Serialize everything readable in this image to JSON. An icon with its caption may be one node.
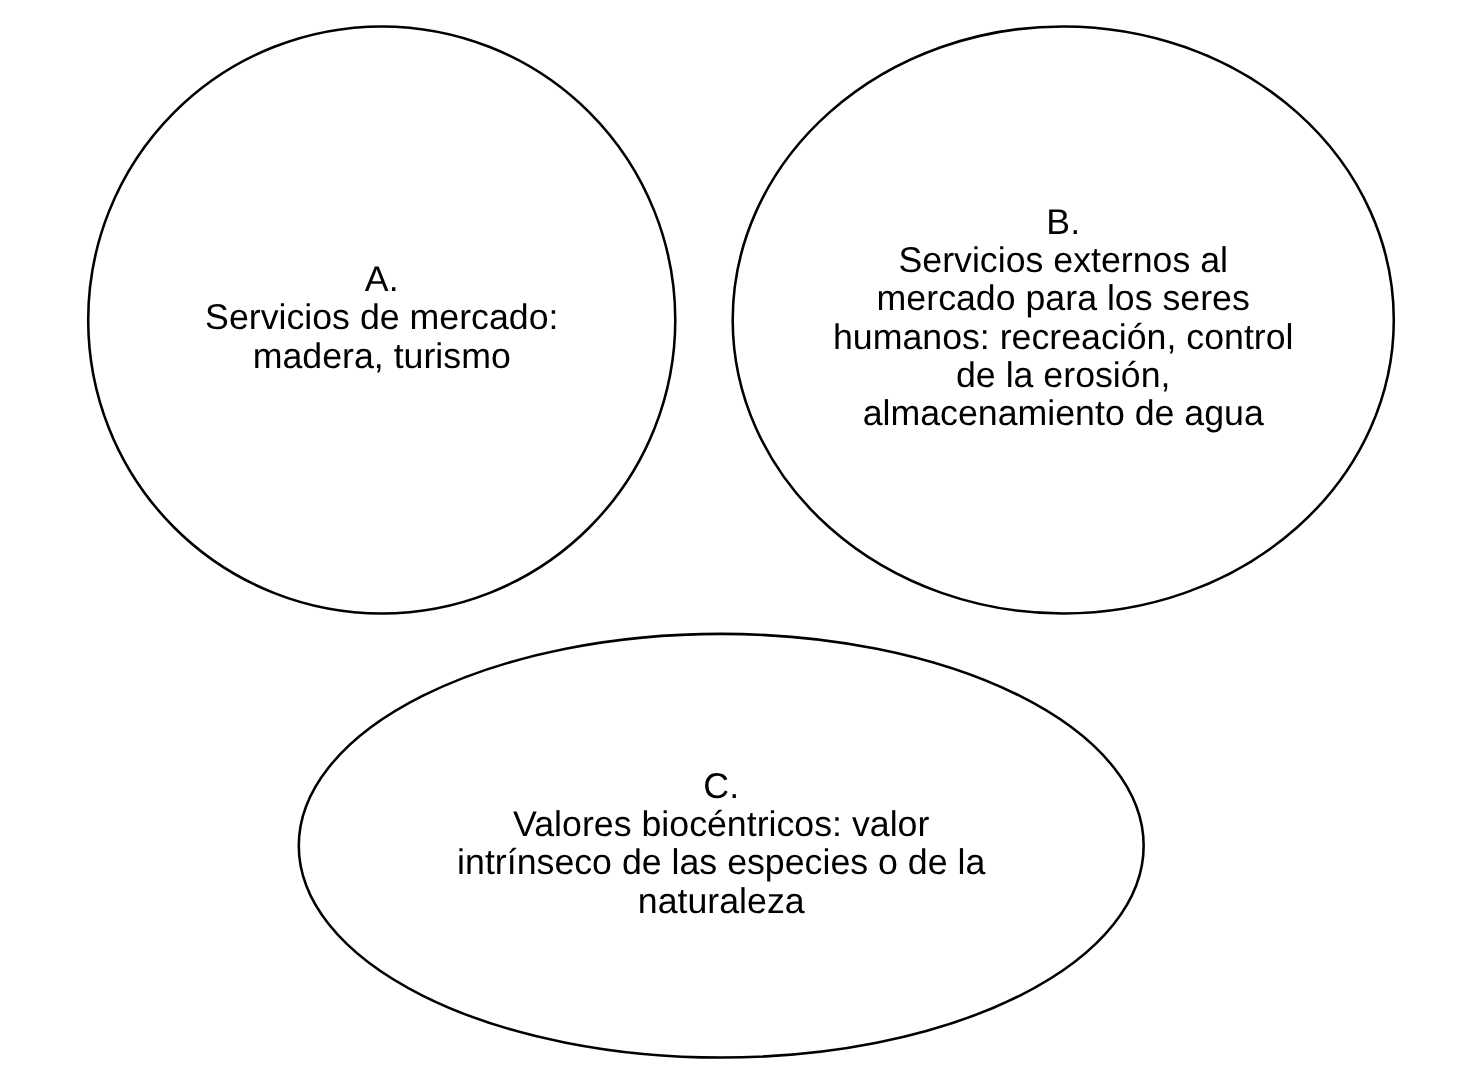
{
  "diagram": {
    "nodes": [
      {
        "text": [
          "A.",
          "Servicios de mercado: madera, turismo"
        ]
      },
      {
        "text": [
          "B.",
          "Servicios externos al mercado para los seres humanos: recreación, control de la erosión, almacenamiento de agua"
        ]
      },
      {
        "text": [
          "C.",
          "Valores biocéntricos: valor intrínseco de las especies o de la naturaleza"
        ]
      }
    ],
    "edges": []
  }
}
